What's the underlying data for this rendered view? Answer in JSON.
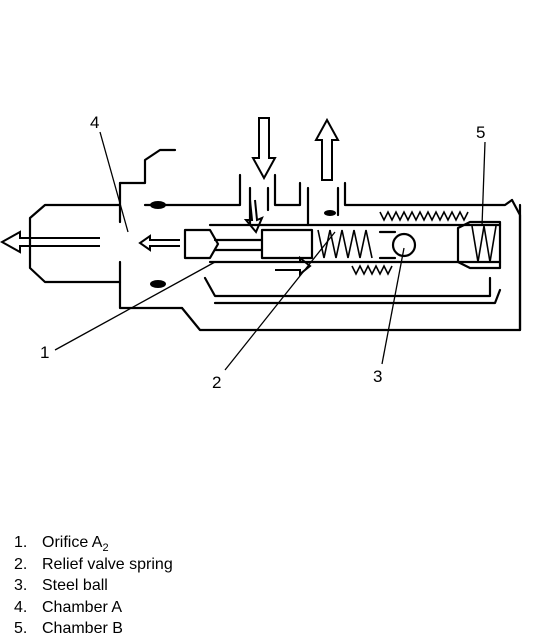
{
  "diagram": {
    "callouts": {
      "c1": "1",
      "c2": "2",
      "c3": "3",
      "c4": "4",
      "c5": "5"
    }
  },
  "legend": [
    {
      "number": "1.",
      "label": "Orifice A",
      "subscript": "2"
    },
    {
      "number": "2.",
      "label": "Relief valve spring",
      "subscript": ""
    },
    {
      "number": "3.",
      "label": "Steel ball",
      "subscript": ""
    },
    {
      "number": "4.",
      "label": "Chamber A",
      "subscript": ""
    },
    {
      "number": "5.",
      "label": "Chamber B",
      "subscript": ""
    }
  ]
}
